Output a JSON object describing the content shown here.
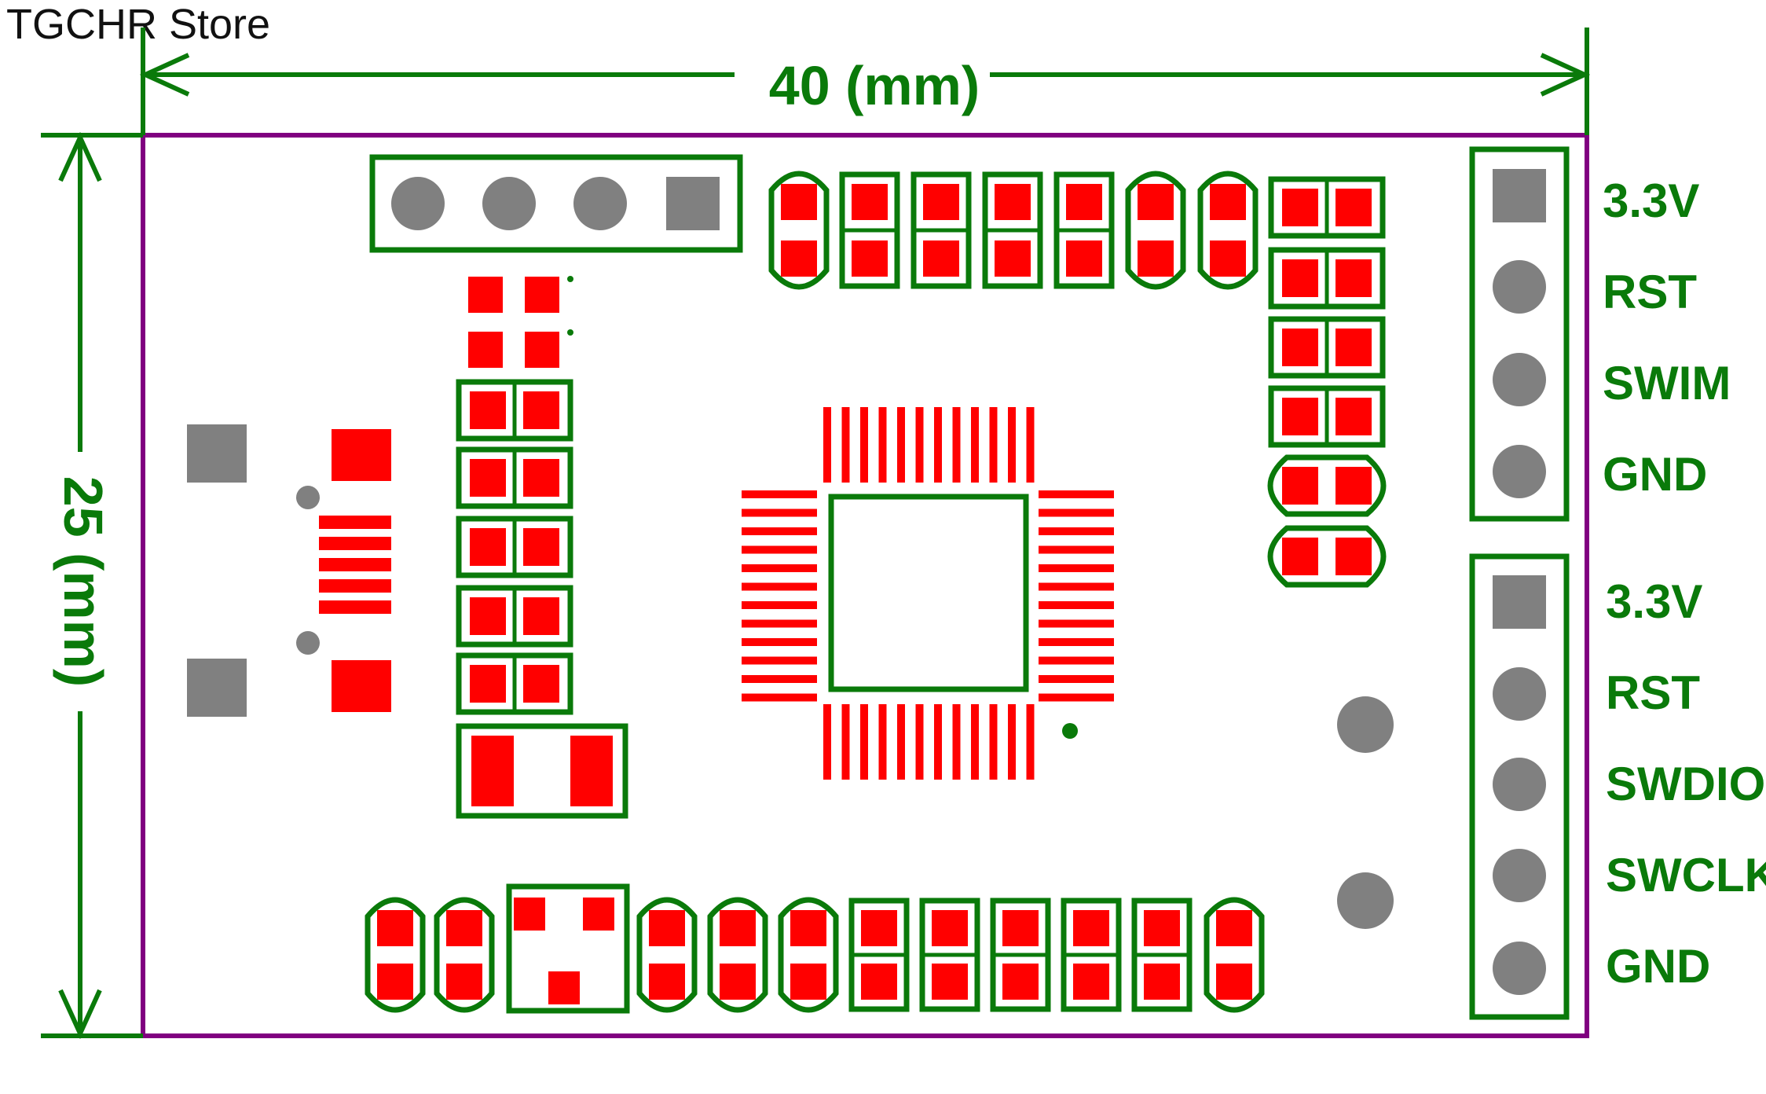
{
  "store_label": "TGCHR Store",
  "dimensions": {
    "width_label": "40 (mm)",
    "height_label": "25 (mm)"
  },
  "header_top": {
    "pins": [
      "3.3V",
      "RST",
      "SWIM",
      "GND"
    ]
  },
  "header_bottom": {
    "pins": [
      "3.3V",
      "RST",
      "SWDIO",
      "SWCLK",
      "GND"
    ]
  },
  "colors": {
    "outline": "#0a7a0a",
    "pad": "#ff0000",
    "hole": "#808080",
    "board_edge": "#800080"
  },
  "icons": {
    "usb": "usb-connector-footprint",
    "chip": "qfp-chip-footprint"
  }
}
